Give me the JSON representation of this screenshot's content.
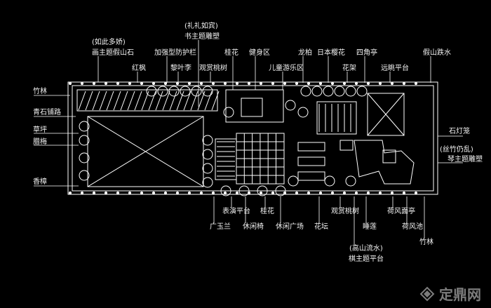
{
  "labels_top": [
    "(如此多娇)",
    "画主题假山石",
    "红枫",
    "加强型防护栏",
    "(礼礼如宾)",
    "书主题雕塑",
    "黎叶李",
    "观赏桃树",
    "桂花",
    "健身区",
    "儿童游乐区",
    "龙柏",
    "日本樱花",
    "花架",
    "四角亭",
    "远眺平台",
    "假山跌水"
  ],
  "labels_left": [
    "竹林",
    "青石铺路",
    "草坪",
    "腊梅",
    "香樟"
  ],
  "labels_right": [
    "石灯笼",
    "(丝竹仍乱)",
    "琴主题雕塑"
  ],
  "labels_bottom": [
    "表演平台",
    "桂花",
    "广玉兰",
    "休闲椅",
    "休闲广场",
    "花坛",
    "观赏桃树",
    "睡莲",
    "(高山流水)",
    "棋主题平台",
    "荷风面亭",
    "荷风池",
    "竹林"
  ],
  "watermark": {
    "brand": "定鼎网",
    "icon": "dingding-logo-icon"
  },
  "colors": {
    "background": "#000000",
    "lines": "#ffffff",
    "text": "#f2f2f2",
    "watermark": "#8a8a8a"
  }
}
